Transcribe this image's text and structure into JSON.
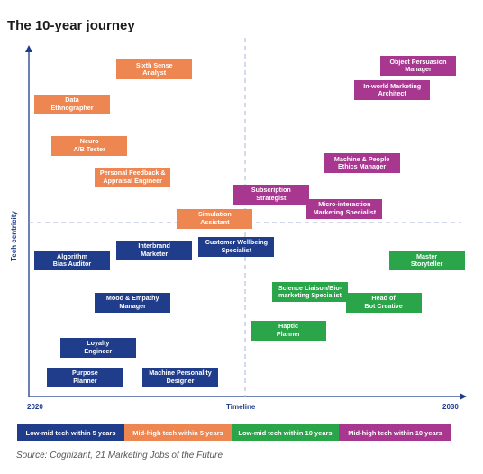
{
  "title": "The 10-year journey",
  "colors": {
    "low_5": "#1f3d8a",
    "mid_5": "#ee8651",
    "low_10": "#2aa54a",
    "mid_10": "#a83790",
    "axis": "#1f3d8a",
    "divider": "#a9b6d8"
  },
  "chart_data": {
    "type": "scatter",
    "title": "The 10-year journey",
    "xlabel": "Timeline",
    "ylabel": "Tech centricity",
    "x_ticks": [
      "2020",
      "2030"
    ],
    "xlim": [
      2020,
      2030
    ],
    "ylim": [
      0,
      10
    ],
    "divider_x": 2025,
    "divider_y": 5,
    "legend": [
      {
        "label": "Low-mid tech within 5 years",
        "color": "#1f3d8a"
      },
      {
        "label": "Mid-high tech within 5 years",
        "color": "#ee8651"
      },
      {
        "label": "Low-mid tech within 10 years",
        "color": "#2aa54a"
      },
      {
        "label": "Mid-high tech within 10 years",
        "color": "#a83790"
      }
    ],
    "jobs": [
      {
        "name": "Sixth Sense\nAnalyst",
        "x": 2022.9,
        "y": 9.4,
        "group": "mid_5"
      },
      {
        "name": "Data\nEthnographer",
        "x": 2021.0,
        "y": 8.4,
        "group": "mid_5"
      },
      {
        "name": "Neuro\nA/B Tester",
        "x": 2021.4,
        "y": 7.2,
        "group": "mid_5"
      },
      {
        "name": "Personal Feedback &\nAppraisal Engineer",
        "x": 2022.4,
        "y": 6.3,
        "group": "mid_5"
      },
      {
        "name": "Simulation\nAssistant",
        "x": 2024.3,
        "y": 5.1,
        "group": "mid_5"
      },
      {
        "name": "Object Persuasion\nManager",
        "x": 2029.0,
        "y": 9.5,
        "group": "mid_10"
      },
      {
        "name": "In-world Marketing\nArchitect",
        "x": 2028.4,
        "y": 8.8,
        "group": "mid_10"
      },
      {
        "name": "Machine & People\nEthics Manager",
        "x": 2027.7,
        "y": 6.7,
        "group": "mid_10"
      },
      {
        "name": "Subscription\nStrategist",
        "x": 2025.6,
        "y": 5.8,
        "group": "mid_10"
      },
      {
        "name": "Micro-interaction\nMarketing Specialist",
        "x": 2027.3,
        "y": 5.4,
        "group": "mid_10"
      },
      {
        "name": "Interbrand\nMarketer",
        "x": 2022.9,
        "y": 4.2,
        "group": "low_5"
      },
      {
        "name": "Customer Wellbeing\nSpecialist",
        "x": 2024.8,
        "y": 4.3,
        "group": "low_5"
      },
      {
        "name": "Algorithm\nBias Auditor",
        "x": 2021.0,
        "y": 3.9,
        "group": "low_5"
      },
      {
        "name": "Mood & Empathy\nManager",
        "x": 2022.4,
        "y": 2.7,
        "group": "low_5"
      },
      {
        "name": "Loyalty\nEngineer",
        "x": 2021.6,
        "y": 1.4,
        "group": "low_5"
      },
      {
        "name": "Purpose\nPlanner",
        "x": 2021.3,
        "y": 0.55,
        "group": "low_5"
      },
      {
        "name": "Machine Personality\nDesigner",
        "x": 2023.5,
        "y": 0.55,
        "group": "low_5"
      },
      {
        "name": "Master\nStoryteller",
        "x": 2029.2,
        "y": 3.9,
        "group": "low_10"
      },
      {
        "name": "Science Liaison/Bio-\nmarketing Specialist",
        "x": 2026.5,
        "y": 3.0,
        "group": "low_10"
      },
      {
        "name": "Head of\nBot Creative",
        "x": 2028.2,
        "y": 2.7,
        "group": "low_10"
      },
      {
        "name": "Haptic\nPlanner",
        "x": 2026.0,
        "y": 1.9,
        "group": "low_10"
      }
    ]
  },
  "source": "Source: Cognizant, 21 Marketing Jobs of the Future"
}
